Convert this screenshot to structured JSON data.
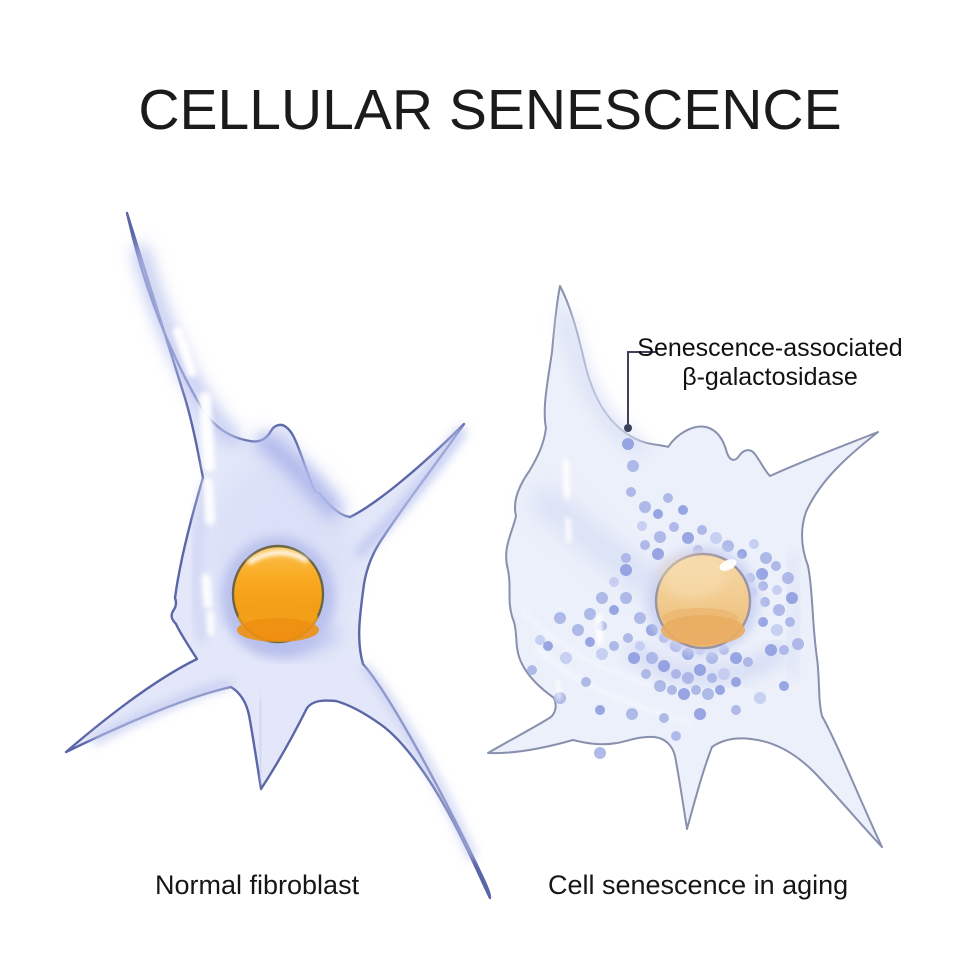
{
  "title": "CELLULAR SENESCENCE",
  "annotation": {
    "line1": "Senescence-associated",
    "line2": "β-galactosidase"
  },
  "labels": {
    "normal": "Normal fibroblast",
    "senescent": "Cell senescence in aging"
  },
  "colors": {
    "background": "#ffffff",
    "title_text": "#1b1b1b",
    "label_text": "#161616",
    "normal_membrane": "#5b66a7",
    "normal_cytoplasm": "#e3e7f9",
    "normal_shading": "#aeb8eb",
    "normal_nucleus_top": "#fbbc3b",
    "normal_nucleus_bottom": "#ee9013",
    "normal_nucleus_outline": "#6b6547",
    "senescent_membrane": "#8990ae",
    "senescent_cytoplasm": "#ecf0fa",
    "senescent_nucleus_top": "#f6d9a9",
    "senescent_nucleus_bottom": "#e9ad62",
    "senescent_nucleus_outline": "#9a93a1",
    "granule": "#a7b2e6",
    "leader_line": "#3d4258"
  },
  "granules": {
    "shades": [
      "#a7b2e6",
      "#8e9cdf",
      "#c3cbf1"
    ],
    "dots": [
      [
        628,
        444,
        6,
        1
      ],
      [
        633,
        466,
        6,
        0
      ],
      [
        631,
        492,
        5,
        0
      ],
      [
        645,
        507,
        6,
        0
      ],
      [
        658,
        514,
        5,
        1
      ],
      [
        642,
        526,
        5,
        2
      ],
      [
        668,
        498,
        5,
        0
      ],
      [
        683,
        510,
        5,
        1
      ],
      [
        660,
        537,
        6,
        0
      ],
      [
        674,
        527,
        5,
        0
      ],
      [
        688,
        538,
        6,
        1
      ],
      [
        702,
        530,
        5,
        0
      ],
      [
        716,
        538,
        6,
        2
      ],
      [
        658,
        554,
        6,
        1
      ],
      [
        698,
        550,
        5,
        0
      ],
      [
        728,
        546,
        6,
        0
      ],
      [
        742,
        554,
        5,
        1
      ],
      [
        754,
        544,
        5,
        2
      ],
      [
        766,
        558,
        6,
        0
      ],
      [
        645,
        545,
        5,
        0
      ],
      [
        762,
        574,
        6,
        1
      ],
      [
        776,
        566,
        5,
        0
      ],
      [
        788,
        578,
        6,
        0
      ],
      [
        777,
        590,
        5,
        2
      ],
      [
        763,
        586,
        5,
        0
      ],
      [
        792,
        598,
        6,
        1
      ],
      [
        779,
        610,
        6,
        0
      ],
      [
        765,
        602,
        5,
        0
      ],
      [
        790,
        622,
        5,
        0
      ],
      [
        777,
        630,
        6,
        2
      ],
      [
        763,
        622,
        5,
        1
      ],
      [
        798,
        644,
        6,
        0
      ],
      [
        784,
        650,
        5,
        0
      ],
      [
        771,
        650,
        6,
        1
      ],
      [
        750,
        578,
        5,
        0
      ],
      [
        752,
        592,
        5,
        2
      ],
      [
        640,
        618,
        6,
        0
      ],
      [
        652,
        630,
        6,
        1
      ],
      [
        664,
        638,
        5,
        0
      ],
      [
        676,
        646,
        6,
        0
      ],
      [
        688,
        654,
        6,
        1
      ],
      [
        700,
        650,
        5,
        2
      ],
      [
        712,
        658,
        6,
        0
      ],
      [
        724,
        650,
        5,
        0
      ],
      [
        736,
        658,
        6,
        1
      ],
      [
        748,
        662,
        5,
        0
      ],
      [
        640,
        646,
        5,
        2
      ],
      [
        652,
        658,
        6,
        0
      ],
      [
        664,
        666,
        6,
        1
      ],
      [
        676,
        674,
        5,
        0
      ],
      [
        688,
        678,
        6,
        0
      ],
      [
        700,
        670,
        6,
        1
      ],
      [
        712,
        678,
        5,
        0
      ],
      [
        724,
        674,
        6,
        2
      ],
      [
        736,
        682,
        5,
        1
      ],
      [
        660,
        686,
        6,
        0
      ],
      [
        672,
        690,
        5,
        0
      ],
      [
        684,
        694,
        6,
        1
      ],
      [
        696,
        690,
        5,
        0
      ],
      [
        708,
        694,
        6,
        0
      ],
      [
        720,
        690,
        5,
        1
      ],
      [
        646,
        674,
        5,
        0
      ],
      [
        634,
        658,
        6,
        1
      ],
      [
        628,
        638,
        5,
        0
      ],
      [
        626,
        598,
        6,
        0
      ],
      [
        614,
        610,
        5,
        1
      ],
      [
        602,
        598,
        6,
        0
      ],
      [
        614,
        582,
        5,
        2
      ],
      [
        626,
        570,
        6,
        1
      ],
      [
        602,
        626,
        5,
        0
      ],
      [
        590,
        614,
        6,
        0
      ],
      [
        590,
        642,
        5,
        1
      ],
      [
        602,
        654,
        6,
        2
      ],
      [
        614,
        646,
        5,
        0
      ],
      [
        578,
        630,
        6,
        0
      ],
      [
        626,
        558,
        5,
        0
      ],
      [
        560,
        618,
        6,
        0
      ],
      [
        548,
        646,
        5,
        1
      ],
      [
        566,
        658,
        6,
        2
      ],
      [
        586,
        682,
        5,
        0
      ],
      [
        560,
        698,
        6,
        0
      ],
      [
        600,
        710,
        5,
        1
      ],
      [
        632,
        714,
        6,
        0
      ],
      [
        664,
        718,
        5,
        0
      ],
      [
        700,
        714,
        6,
        1
      ],
      [
        736,
        710,
        5,
        0
      ],
      [
        760,
        698,
        6,
        2
      ],
      [
        784,
        686,
        5,
        1
      ],
      [
        600,
        753,
        6,
        0
      ],
      [
        676,
        736,
        5,
        0
      ],
      [
        532,
        670,
        5,
        0
      ],
      [
        540,
        640,
        5,
        2
      ]
    ]
  }
}
